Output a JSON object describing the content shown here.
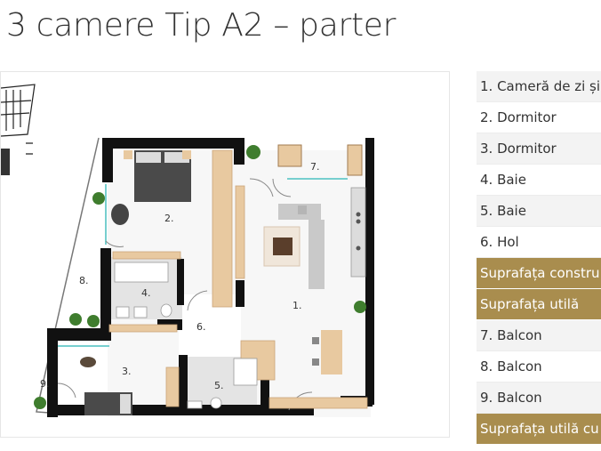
{
  "page": {
    "title": "t 3 camere Tip A2 – parter"
  },
  "floorplan": {
    "labels": [
      "1.",
      "2.",
      "3.",
      "4.",
      "5.",
      "6.",
      "7.",
      "8.",
      "9."
    ]
  },
  "rooms": [
    {
      "label": "1. Cameră de zi și",
      "style": "odd"
    },
    {
      "label": "2. Dormitor",
      "style": "even"
    },
    {
      "label": "3. Dormitor",
      "style": "odd"
    },
    {
      "label": "4. Baie",
      "style": "even"
    },
    {
      "label": "5. Baie",
      "style": "odd"
    },
    {
      "label": "6. Hol",
      "style": "even"
    },
    {
      "label": "Suprafața constru",
      "style": "gold"
    },
    {
      "label": "Suprafața utilă",
      "style": "gold"
    },
    {
      "label": "7. Balcon",
      "style": "odd"
    },
    {
      "label": "8. Balcon",
      "style": "even"
    },
    {
      "label": "9. Balcon",
      "style": "odd"
    },
    {
      "label": "Suprafața utilă cu",
      "style": "gold"
    }
  ],
  "colors": {
    "accent_gold": "#a98d4e",
    "row_alt": "#f3f3f3",
    "wall": "#111111",
    "wood": "#e8c9a0"
  }
}
